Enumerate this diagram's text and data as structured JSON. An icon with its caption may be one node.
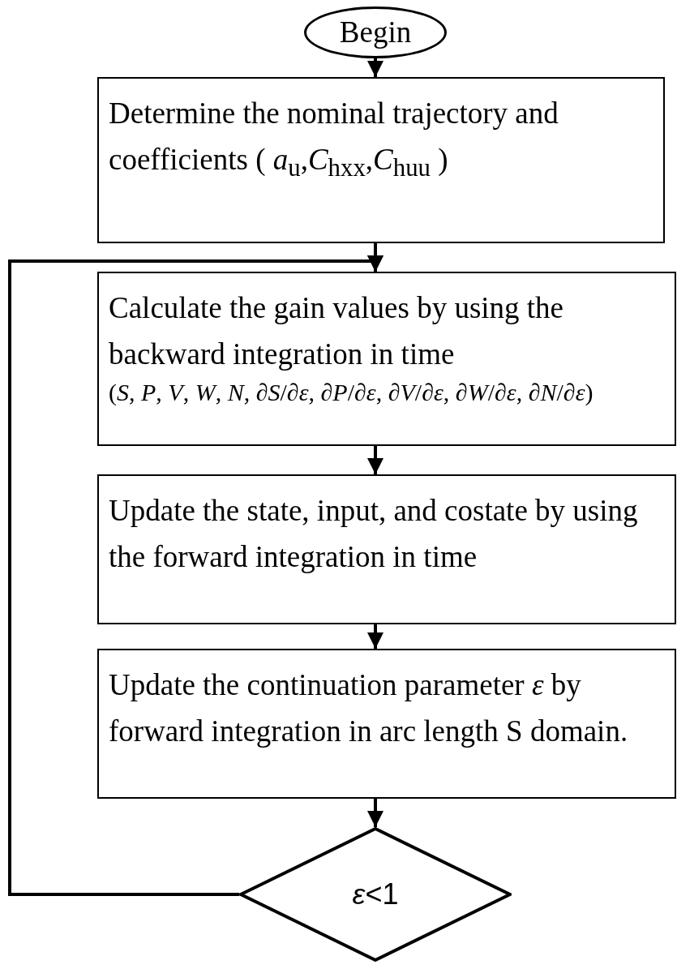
{
  "diagram": {
    "nodes": [
      {
        "text": [
          "Begin"
        ]
      },
      {
        "text": [
          "Determine the nominal trajectory and coefficients ( *a*$_{u}$,*C*$_{hxx}$,*C*$_{huu}$ )"
        ]
      },
      {
        "text": [
          "Calculate the gain values by using the backward integration in time",
          "(*S*, *P*, *V*, *W*, *N*, ∂*S*/∂*ε*, ∂*P*/∂*ε*, ∂*V*/∂*ε*, ∂*W*/∂*ε*, ∂*N*/∂*ε*)"
        ]
      },
      {
        "text": [
          "Update the state, input, and costate by using the forward integration in time"
        ]
      },
      {
        "text": [
          "Update the continuation parameter *ε* by forward integration in arc length S domain."
        ]
      },
      {
        "text": [
          "*ε*<1"
        ]
      }
    ],
    "edges": [
      {
        "from": 0,
        "to": 1,
        "arrow": "to"
      },
      {
        "from": 1,
        "to": 2,
        "arrow": "to"
      },
      {
        "from": 2,
        "to": 3,
        "arrow": "to"
      },
      {
        "from": 3,
        "to": 4,
        "arrow": "to"
      },
      {
        "from": 4,
        "to": 5,
        "arrow": "to"
      },
      {
        "from": 5,
        "to": 2,
        "arrow": "to"
      }
    ]
  }
}
